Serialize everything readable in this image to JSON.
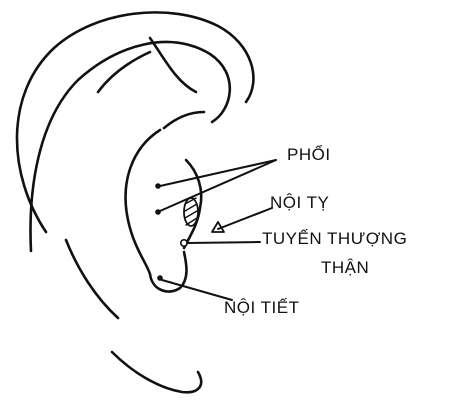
{
  "labels": {
    "phoi": "PHỔI",
    "noi_ty": "NỘI TỴ",
    "tuyen_thuong_than_line1": "TUYẾN THƯỢNG",
    "tuyen_thuong_than_line2": "THẬN",
    "noi_tiet": "NỘI TIẾT"
  },
  "colors": {
    "ink": "#111111",
    "background": "#ffffff"
  }
}
